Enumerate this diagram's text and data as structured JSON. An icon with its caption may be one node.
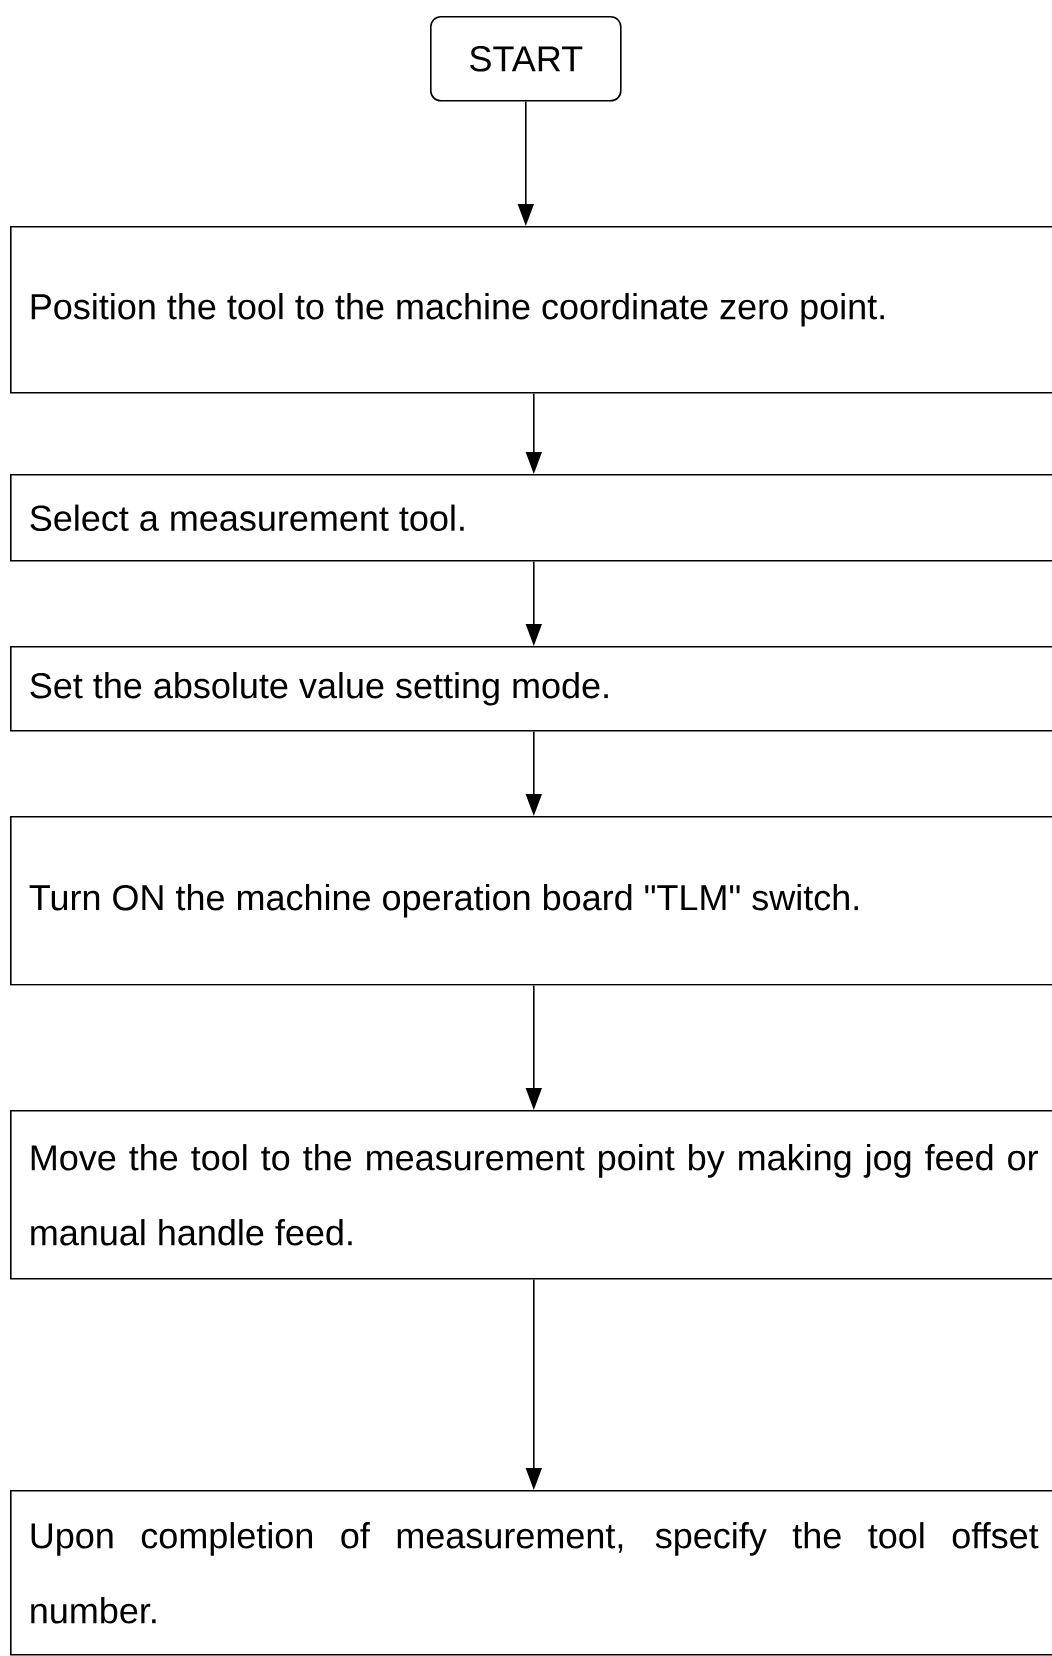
{
  "diagram": {
    "nodes": [
      {
        "text": [
          "START"
        ]
      },
      {
        "text": [
          "Position the tool to the machine coordinate zero point."
        ]
      },
      {
        "text": [
          "Select a measurement tool."
        ]
      },
      {
        "text": [
          "Set the absolute value setting mode."
        ]
      },
      {
        "text": [
          "Turn ON the machine operation board \"TLM\" switch."
        ]
      },
      {
        "text": [
          "Move the tool to the measurement point by making jog feed or manual handle feed."
        ]
      },
      {
        "text": [
          "Upon completion of measurement, specify the tool offset number."
        ]
      }
    ],
    "edges": [
      {
        "from": 0,
        "to": 1,
        "arrow": "to"
      },
      {
        "from": 1,
        "to": 2,
        "arrow": "to"
      },
      {
        "from": 2,
        "to": 3,
        "arrow": "to"
      },
      {
        "from": 3,
        "to": 4,
        "arrow": "to"
      },
      {
        "from": 4,
        "to": 5,
        "arrow": "to"
      },
      {
        "from": 5,
        "to": 6,
        "arrow": "to"
      }
    ]
  }
}
